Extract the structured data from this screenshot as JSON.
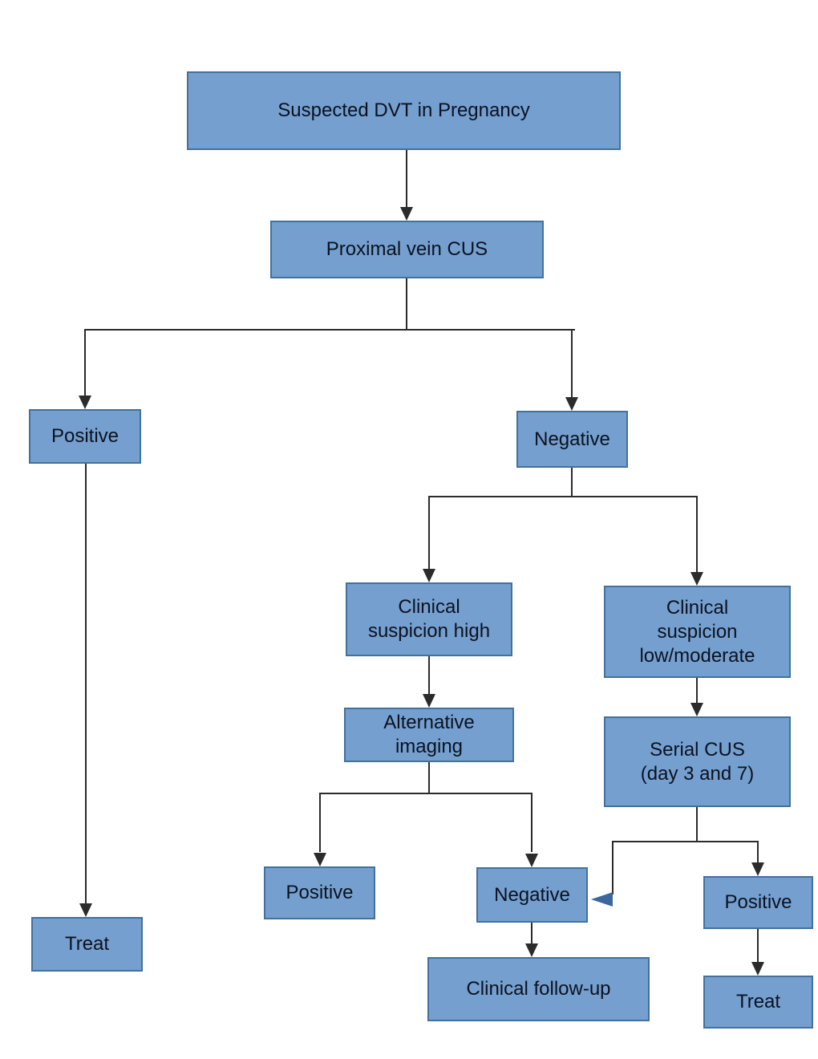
{
  "colors": {
    "node_fill": "#759fce",
    "node_border": "#41719c",
    "connector": "#2b2b2b",
    "blue_arrow": "#39679e",
    "text": "#0b1220"
  },
  "nodes": {
    "suspected_dvt": {
      "label": "Suspected DVT in Pregnancy"
    },
    "proximal_cus": {
      "label": "Proximal vein CUS"
    },
    "positive_left": {
      "label": "Positive"
    },
    "negative_main": {
      "label": "Negative"
    },
    "suspicion_high": {
      "label": "Clinical\nsuspicion high"
    },
    "suspicion_low": {
      "label": "Clinical\nsuspicion\nlow/moderate"
    },
    "alt_imaging": {
      "label": "Alternative\nimaging"
    },
    "serial_cus": {
      "label": "Serial CUS\n(day 3 and 7)"
    },
    "positive_mid": {
      "label": "Positive"
    },
    "negative_mid": {
      "label": "Negative"
    },
    "clinical_followup": {
      "label": "Clinical follow-up"
    },
    "treat_left": {
      "label": "Treat"
    },
    "positive_right": {
      "label": "Positive"
    },
    "treat_right": {
      "label": "Treat"
    }
  }
}
